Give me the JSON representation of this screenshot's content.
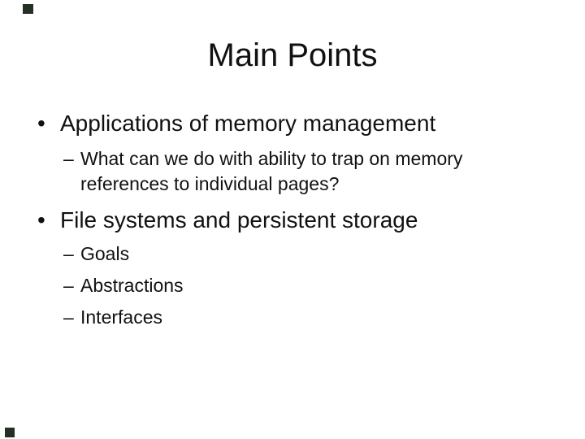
{
  "slide": {
    "title": "Main Points",
    "bullet_marker": "•",
    "sub_marker": "–",
    "bullets": [
      {
        "text": "Applications of memory management",
        "subs": [
          {
            "lines": [
              "What can we do with ability to trap on memory",
              "references to individual pages?"
            ]
          }
        ]
      },
      {
        "text": "File systems and persistent storage",
        "subs": [
          {
            "lines": [
              "Goals"
            ]
          },
          {
            "lines": [
              "Abstractions"
            ]
          },
          {
            "lines": [
              "Interfaces"
            ]
          }
        ]
      }
    ],
    "colors": {
      "background": "#ffffff",
      "text": "#111111",
      "accent_square": "#243024"
    }
  }
}
